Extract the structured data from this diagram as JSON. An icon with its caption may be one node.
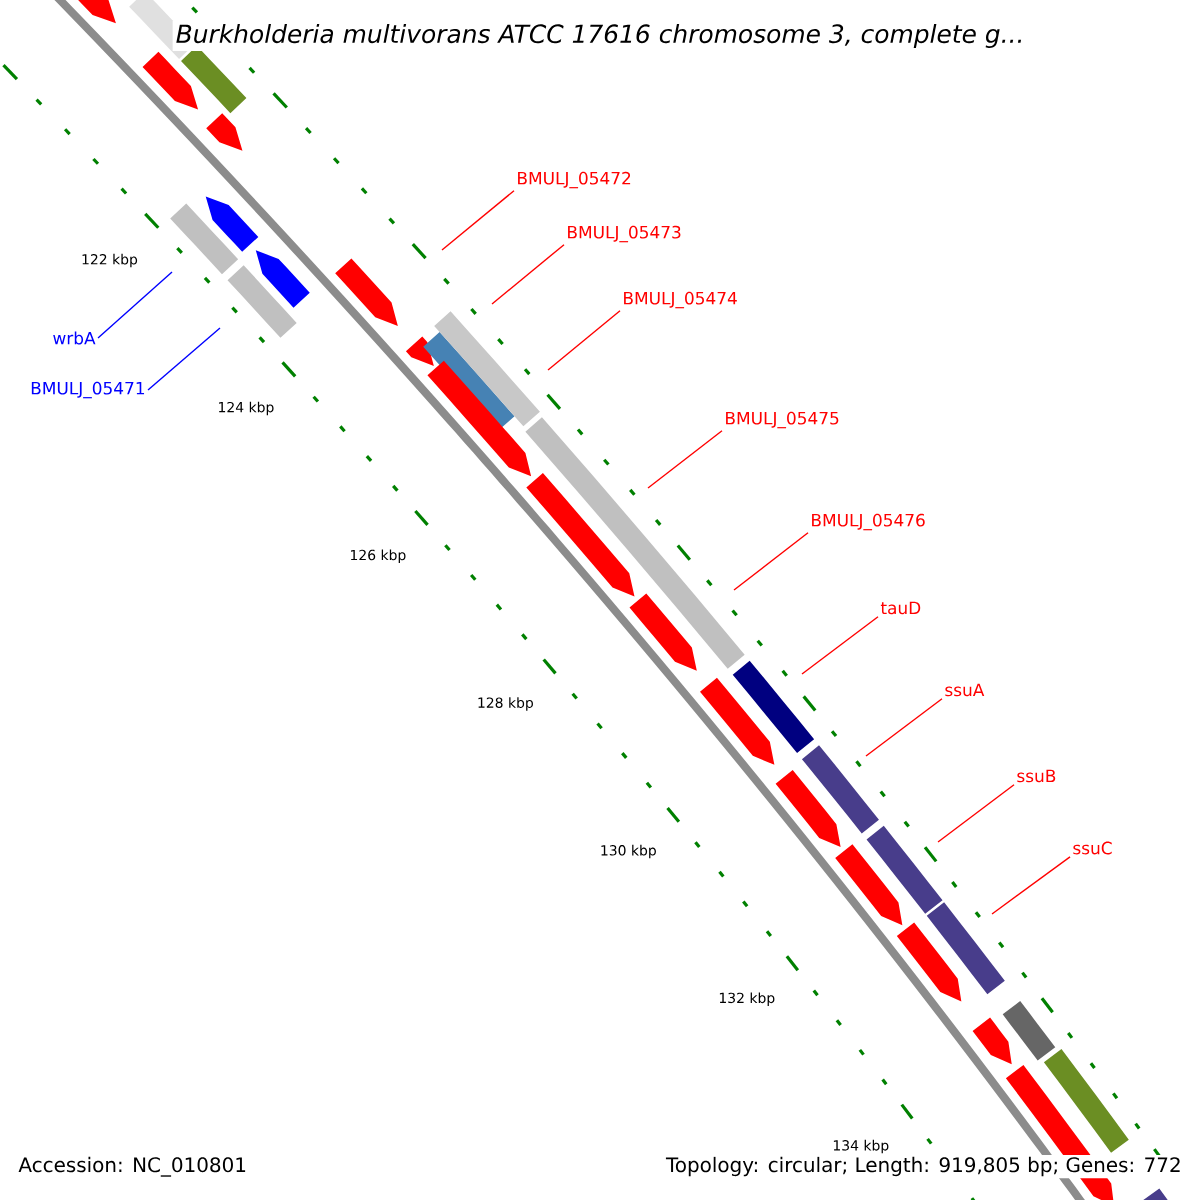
{
  "diagram": {
    "title": "Burkholderia multivorans ATCC 17616 chromosome 3, complete g...",
    "nodes": [
      {
        "text": [
          "BMULJ_05472"
        ]
      },
      {
        "text": [
          "BMULJ_05473"
        ]
      },
      {
        "text": [
          "BMULJ_05474"
        ]
      },
      {
        "text": [
          "wrbA"
        ]
      },
      {
        "text": [
          "BMULJ_05471"
        ]
      },
      {
        "text": [
          "BMULJ_05475"
        ]
      },
      {
        "text": [
          "BMULJ_05476"
        ]
      },
      {
        "text": [
          "tauD"
        ]
      },
      {
        "text": [
          "ssuA"
        ]
      },
      {
        "text": [
          "ssuB"
        ]
      },
      {
        "text": [
          "ssuC"
        ]
      }
    ],
    "edges": [
      {
        "from": 0,
        "to": null,
        "arrow": "none"
      },
      {
        "from": 1,
        "to": null,
        "arrow": "none"
      },
      {
        "from": 2,
        "to": null,
        "arrow": "none"
      },
      {
        "from": 3,
        "to": null,
        "arrow": "none",
        "color": "#0000ff"
      },
      {
        "from": 4,
        "to": null,
        "arrow": "none",
        "color": "#0000ff"
      },
      {
        "from": 5,
        "to": null,
        "arrow": "none"
      },
      {
        "from": 6,
        "to": null,
        "arrow": "none"
      },
      {
        "from": 7,
        "to": null,
        "arrow": "none"
      },
      {
        "from": 8,
        "to": null,
        "arrow": "none"
      },
      {
        "from": 9,
        "to": null,
        "arrow": "none"
      },
      {
        "from": 10,
        "to": null,
        "arrow": "none"
      }
    ],
    "labels": [
      "122 kbp",
      "124 kbp",
      "126 kbp",
      "128 kbp",
      "130 kbp",
      "132 kbp",
      "134 kbp",
      "Accession: NC_010801",
      "Topology: circular; Length: 919,805 bp; Genes: 772"
    ]
  }
}
